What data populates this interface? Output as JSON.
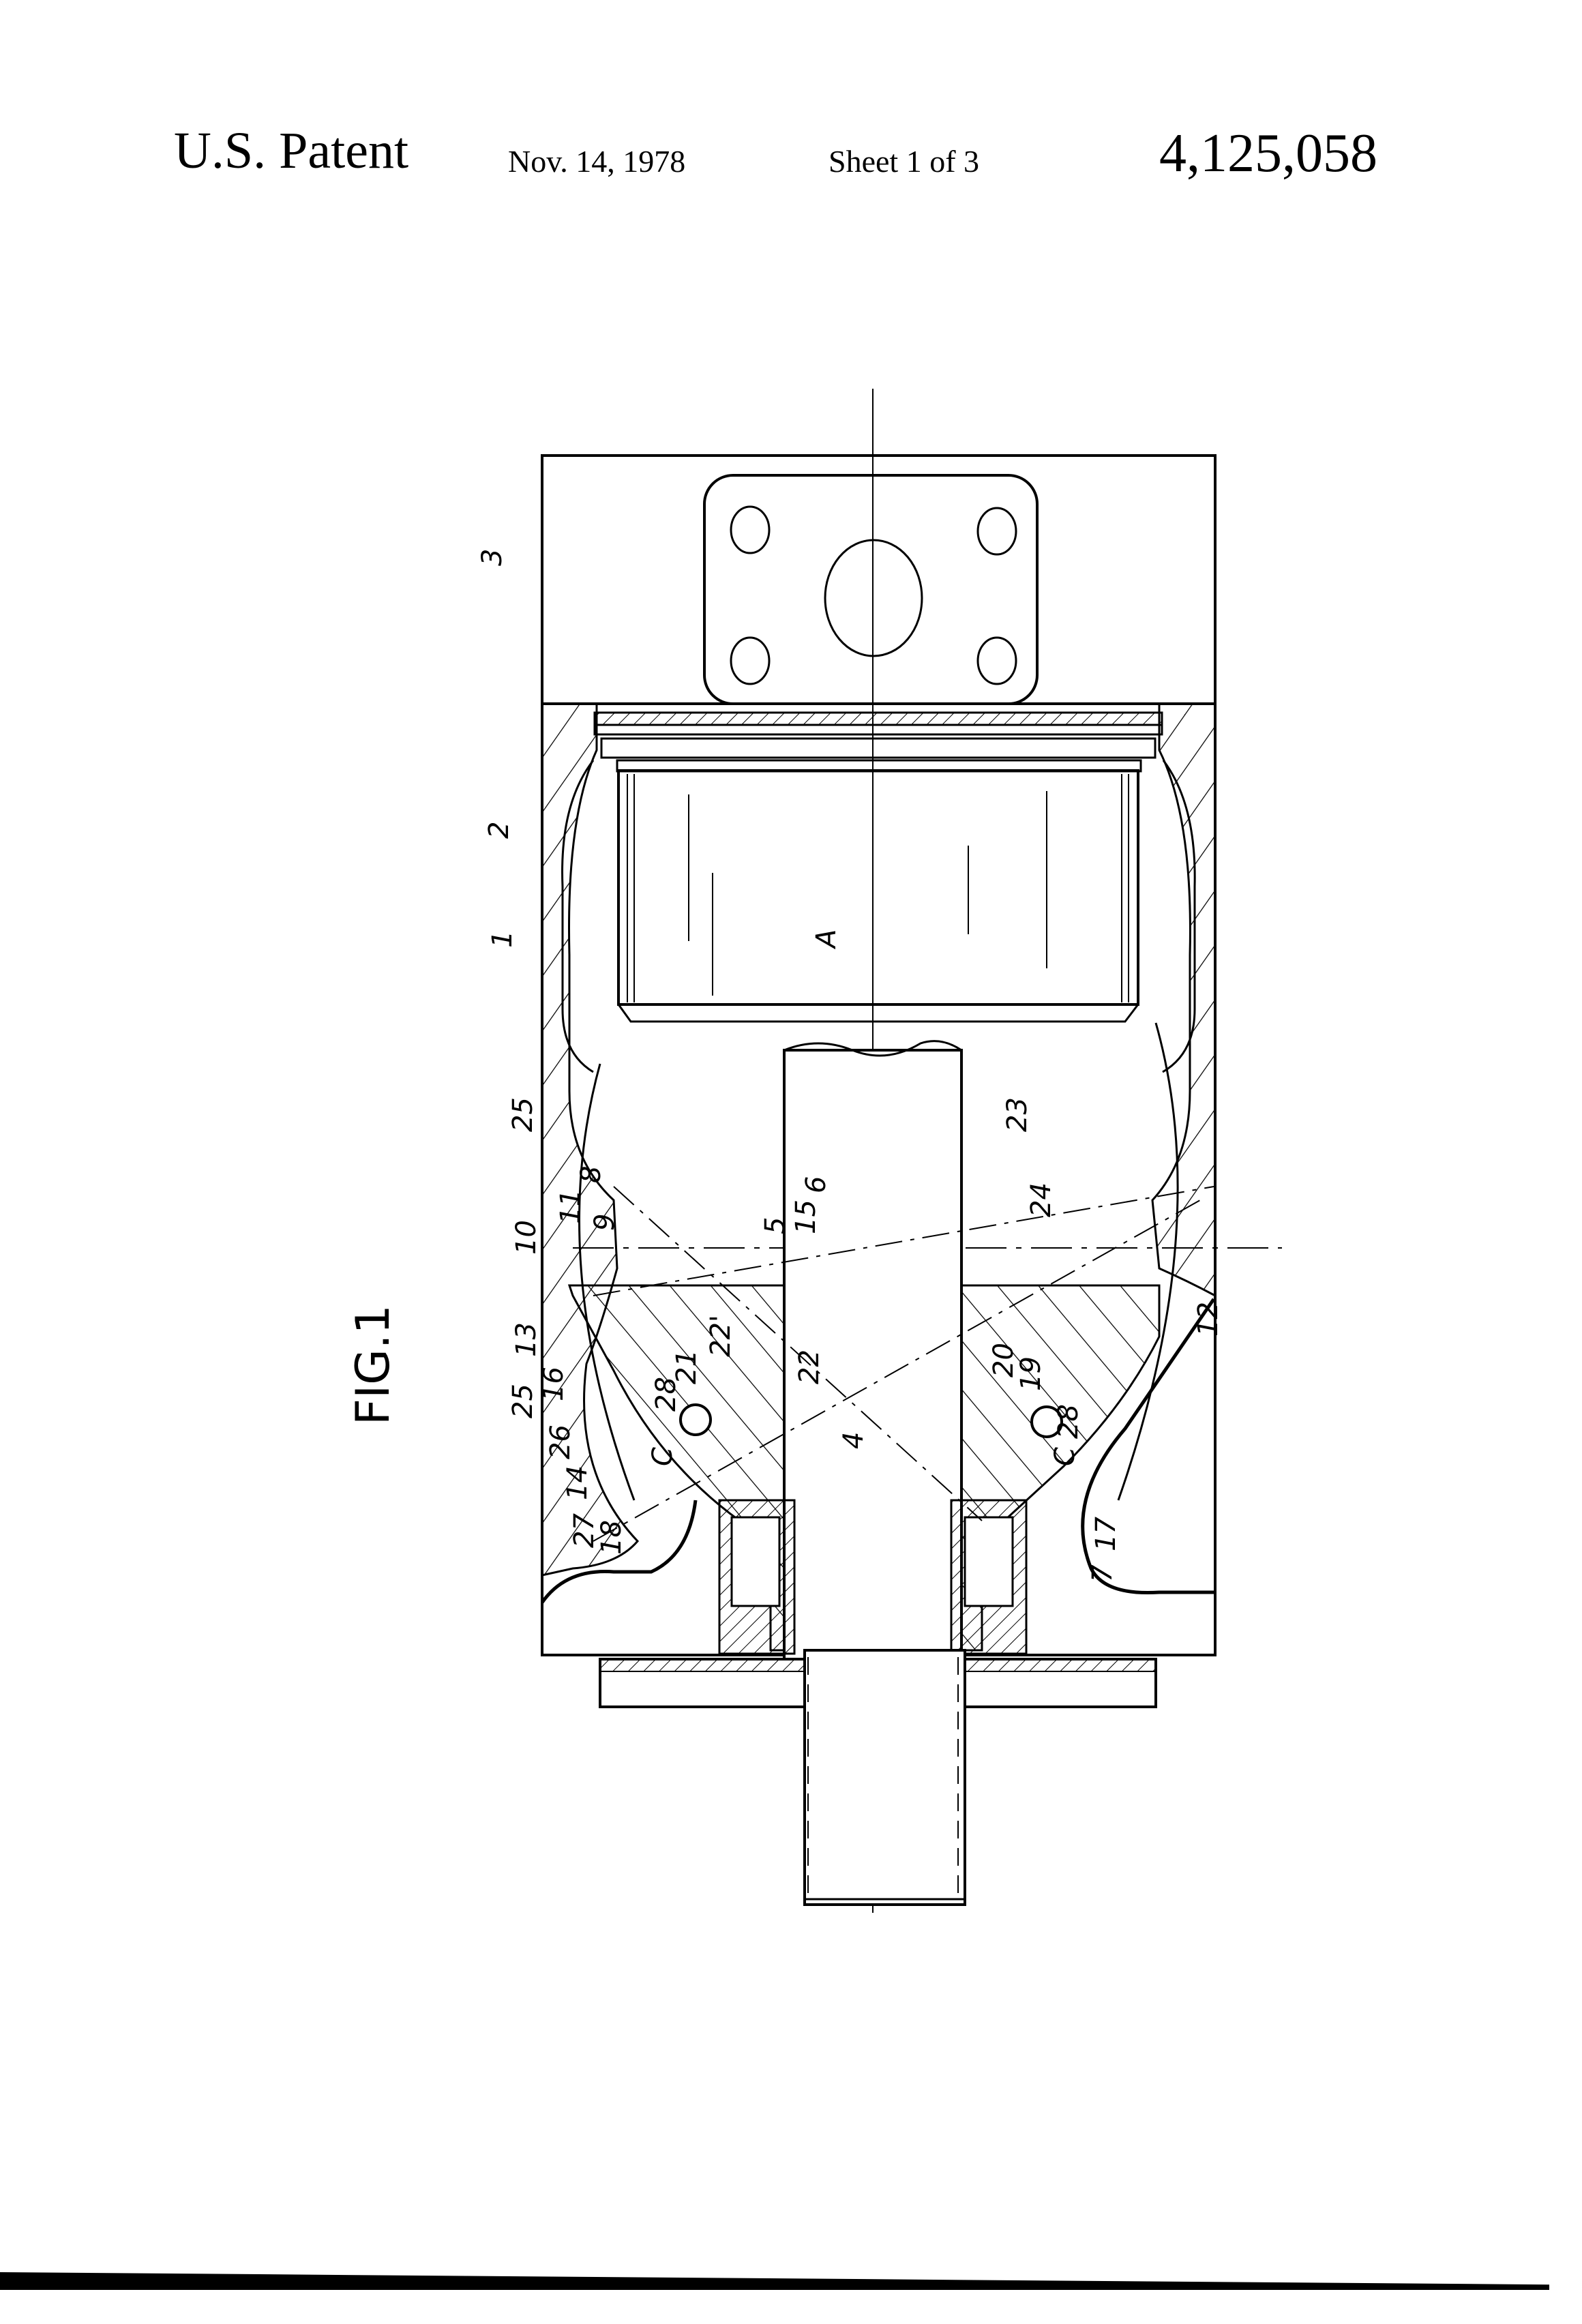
{
  "header": {
    "patent_label": "U.S. Patent",
    "date": "Nov. 14, 1978",
    "sheet": "Sheet 1 of 3",
    "patent_number": "4,125,058"
  },
  "figure": {
    "title": "FIG.1",
    "axis_label": "A",
    "reference_numerals": {
      "n1": "1",
      "n2": "2",
      "n3": "3",
      "n4": "4",
      "n5": "5",
      "n6": "6",
      "n7": "7",
      "n8": "8",
      "n9": "9",
      "n10": "10",
      "n11": "11",
      "n12": "12",
      "n13": "13",
      "n14": "14",
      "n15": "15",
      "n16": "16",
      "n17": "17",
      "n18": "18",
      "n19": "19",
      "n20": "20",
      "n21": "21",
      "n22": "22",
      "n22p": "22'",
      "n23": "23",
      "n24": "24",
      "n25a": "25",
      "n25b": "25",
      "n26": "26",
      "n27": "27",
      "n28a": "28",
      "n28b": "28",
      "cA": "C",
      "cB": "C"
    }
  }
}
